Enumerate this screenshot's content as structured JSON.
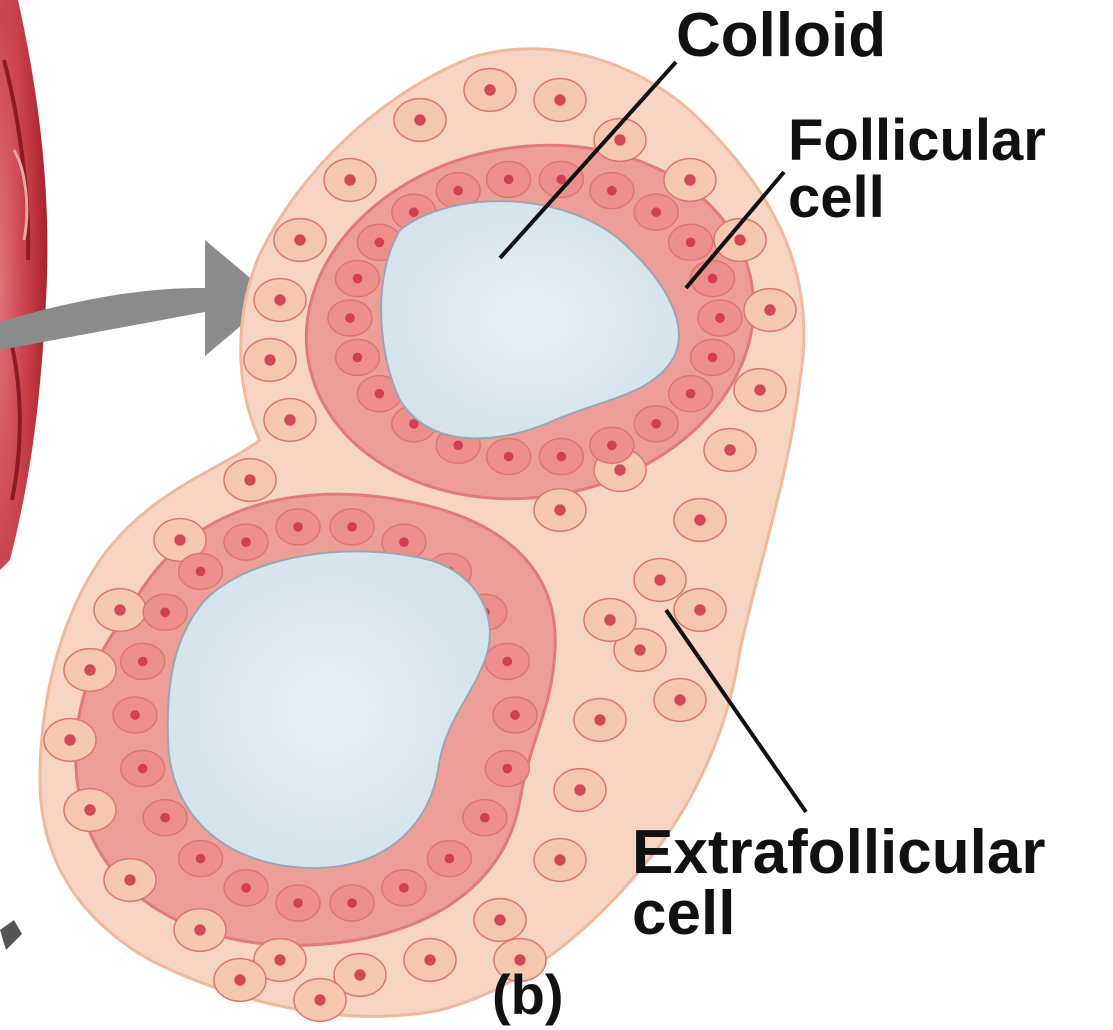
{
  "labels": {
    "colloid": "Colloid",
    "follicular_line1": "Follicular",
    "follicular_line2": "cell",
    "extrafollicular_line1": "Extrafollicular",
    "extrafollicular_line2": "cell",
    "panel": "(b)"
  },
  "colors": {
    "colloid_fill": "#dfe9ef",
    "follicular_cell": "#ec8f8c",
    "extrafollicular_cell": "#f6c8b0",
    "nucleus": "#cc3348",
    "arrow": "#8b8b8b",
    "gland_tissue": "#c43a40",
    "leader_line": "#111111"
  }
}
